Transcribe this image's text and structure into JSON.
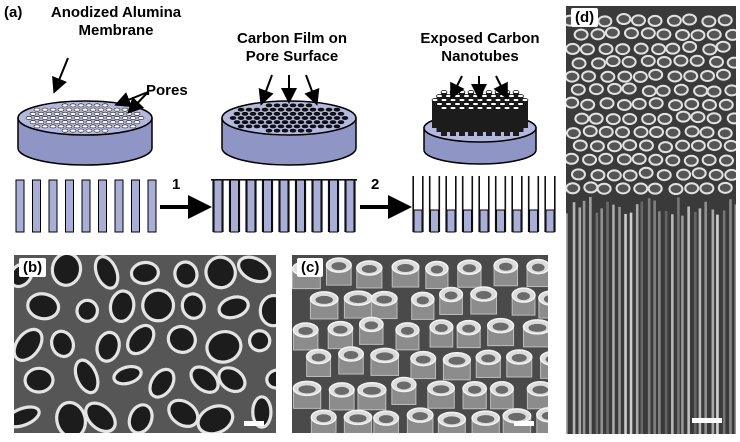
{
  "labels": {
    "a": "(a)",
    "b": "(b)",
    "c": "(c)",
    "d": "(d)"
  },
  "captions": {
    "membrane_line1": "Anodized Alumina",
    "membrane_line2": "Membrane",
    "pores": "Pores",
    "film_line1": "Carbon Film on",
    "film_line2": "Pore Surface",
    "exposed_line1": "Exposed Carbon",
    "exposed_line2": "Nanotubes"
  },
  "steps": {
    "step1": "1",
    "step2": "2"
  },
  "colors": {
    "alumina": "#a9aed6",
    "alumina_dark": "#8a90bd",
    "carbon": "#1e1e1e",
    "sem_dark": "#3a3a3a",
    "sem_light": "#d8d8d8"
  }
}
